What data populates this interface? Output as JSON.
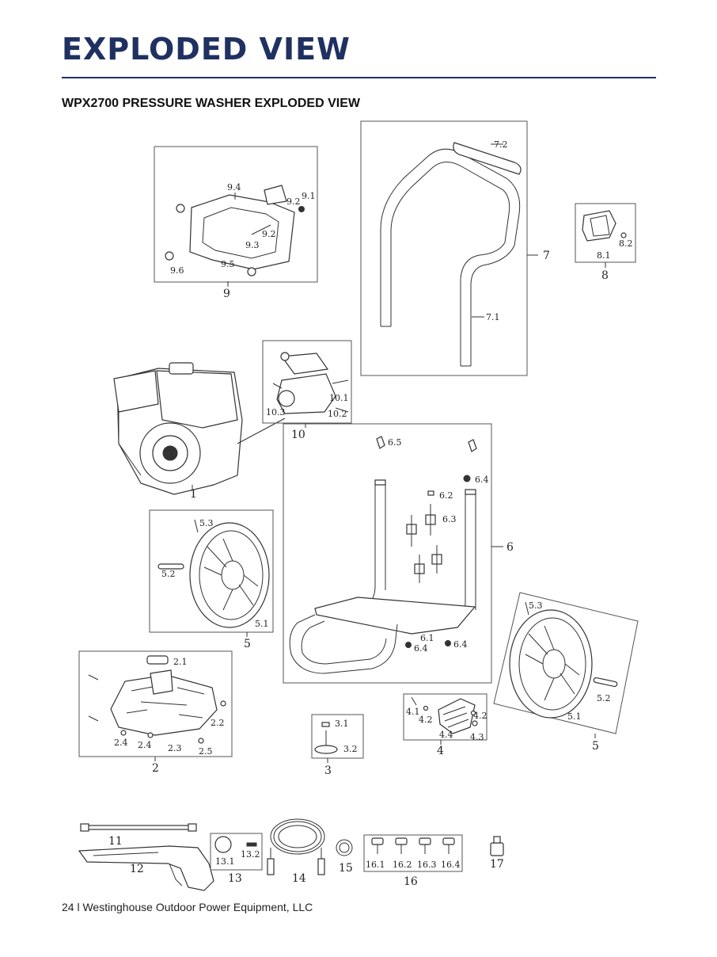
{
  "header": {
    "title": "EXPLODED VIEW",
    "subtitle": "WPX2700 PRESSURE WASHER EXPLODED VIEW"
  },
  "footer": {
    "text": "24 l Westinghouse Outdoor Power Equipment, LLC"
  },
  "colors": {
    "title": "#1f3160",
    "rule": "#1f3160",
    "line": "#333333"
  },
  "callouts": {
    "p7_2": "7.2",
    "p7": "7",
    "p7_1": "7.1",
    "p9_4": "9.4",
    "p9_2a": "9.2",
    "p9_1": "9.1",
    "p9_2b": "9.2",
    "p9_3": "9.3",
    "p9_5": "9.5",
    "p9_6": "9.6",
    "p9": "9",
    "p8_2": "8.2",
    "p8_1": "8.1",
    "p8": "8",
    "p10_1": "10.1",
    "p10_2": "10.2",
    "p10_3": "10.3",
    "p10": "10",
    "p1": "1",
    "p6_5": "6.5",
    "p6_4a": "6.4",
    "p6_2": "6.2",
    "p6_3": "6.3",
    "p6": "6",
    "p6_1": "6.1",
    "p6_4b": "6.4",
    "p6_4c": "6.4",
    "p5_3a": "5.3",
    "p5_2a": "5.2",
    "p5_1a": "5.1",
    "p5a": "5",
    "p5_3b": "5.3",
    "p5_2b": "5.2",
    "p5_1b": "5.1",
    "p5b": "5",
    "p2_1": "2.1",
    "p2_2": "2.2",
    "p2_4a": "2.4",
    "p2_4b": "2.4",
    "p2_3": "2.3",
    "p2_5": "2.5",
    "p2": "2",
    "p3_1": "3.1",
    "p3_2": "3.2",
    "p3": "3",
    "p4_1": "4.1",
    "p4_2a": "4.2",
    "p4_2b": "4.2",
    "p4_4": "4.4",
    "p4_3": "4.3",
    "p4": "4",
    "p11": "11",
    "p12": "12",
    "p13_1": "13.1",
    "p13_2": "13.2",
    "p13": "13",
    "p14": "14",
    "p15": "15",
    "p16_1": "16.1",
    "p16_2": "16.2",
    "p16_3": "16.3",
    "p16_4": "16.4",
    "p16": "16",
    "p17": "17"
  }
}
